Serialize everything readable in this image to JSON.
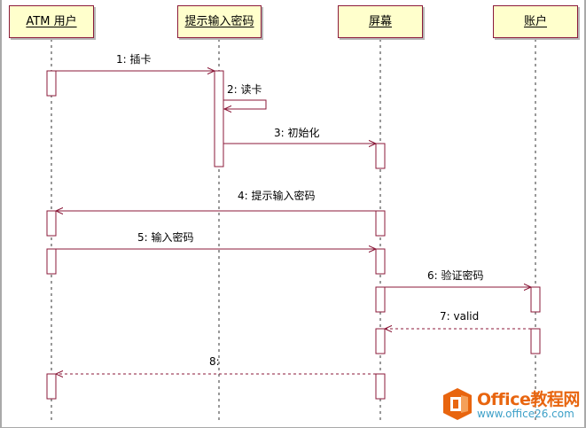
{
  "actors": [
    {
      "id": "atm_user",
      "label": "ATM 用户"
    },
    {
      "id": "prompt_pin",
      "label": "提示输入密码"
    },
    {
      "id": "screen",
      "label": "屏幕"
    },
    {
      "id": "account",
      "label": "账户"
    }
  ],
  "messages": [
    {
      "label": "1: 插卡",
      "from": "atm_user",
      "to": "prompt_pin",
      "style": "solid"
    },
    {
      "label": "2: 读卡",
      "from": "prompt_pin",
      "to": "prompt_pin",
      "style": "self"
    },
    {
      "label": "3: 初始化",
      "from": "prompt_pin",
      "to": "screen",
      "style": "solid"
    },
    {
      "label": "4: 提示输入密码",
      "from": "screen",
      "to": "atm_user",
      "style": "solid"
    },
    {
      "label": "5: 输入密码",
      "from": "atm_user",
      "to": "screen",
      "style": "solid"
    },
    {
      "label": "6: 验证密码",
      "from": "screen",
      "to": "account",
      "style": "solid"
    },
    {
      "label": "7: valid",
      "from": "account",
      "to": "screen",
      "style": "dashed"
    },
    {
      "label": "8:",
      "from": "screen",
      "to": "atm_user",
      "style": "dashed"
    }
  ],
  "watermark": {
    "title": "Office教程网",
    "url": "www.office26.com"
  },
  "colors": {
    "line": "#8b1a3a",
    "actor_fill": "#ffffcc",
    "activation_fill": "#ffffff",
    "lifeline": "#333333",
    "logo_orange": "#e8650f",
    "logo_blue": "#3da0c8"
  }
}
